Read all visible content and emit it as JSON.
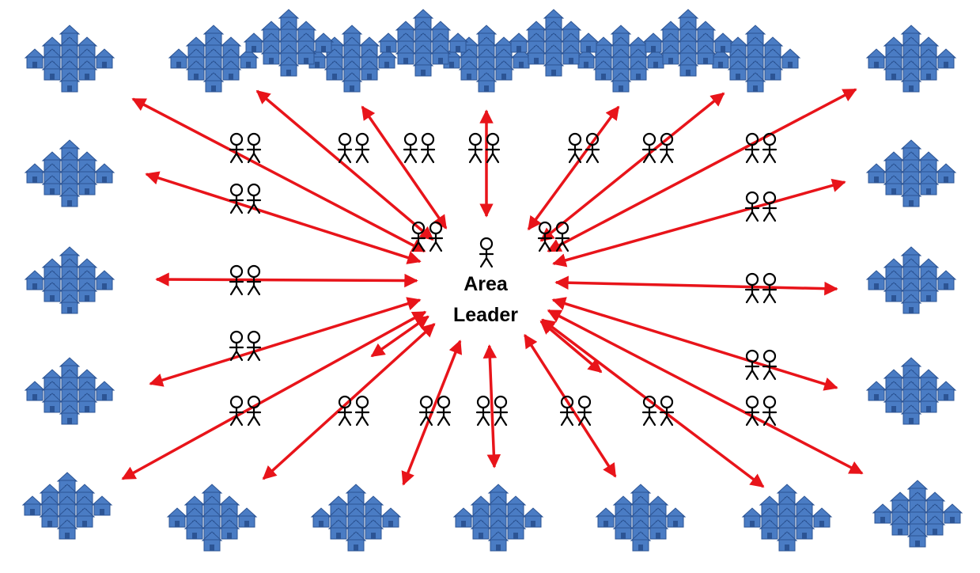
{
  "center": {
    "line1": "Area",
    "line2": "Leader",
    "icon": "person-icon"
  },
  "icons": {
    "neighborhood": "house-cluster-icon",
    "pair": "person-pair-icon",
    "link": "double-headed-arrow"
  },
  "counts": {
    "neighborhoods": 24,
    "person_pairs": 22,
    "arrows": 22
  },
  "colors": {
    "house_fill": "#4a7cc4",
    "house_stroke": "#2c5494",
    "arrow": "#e8141a",
    "person": "#000000",
    "background": "#ffffff"
  }
}
